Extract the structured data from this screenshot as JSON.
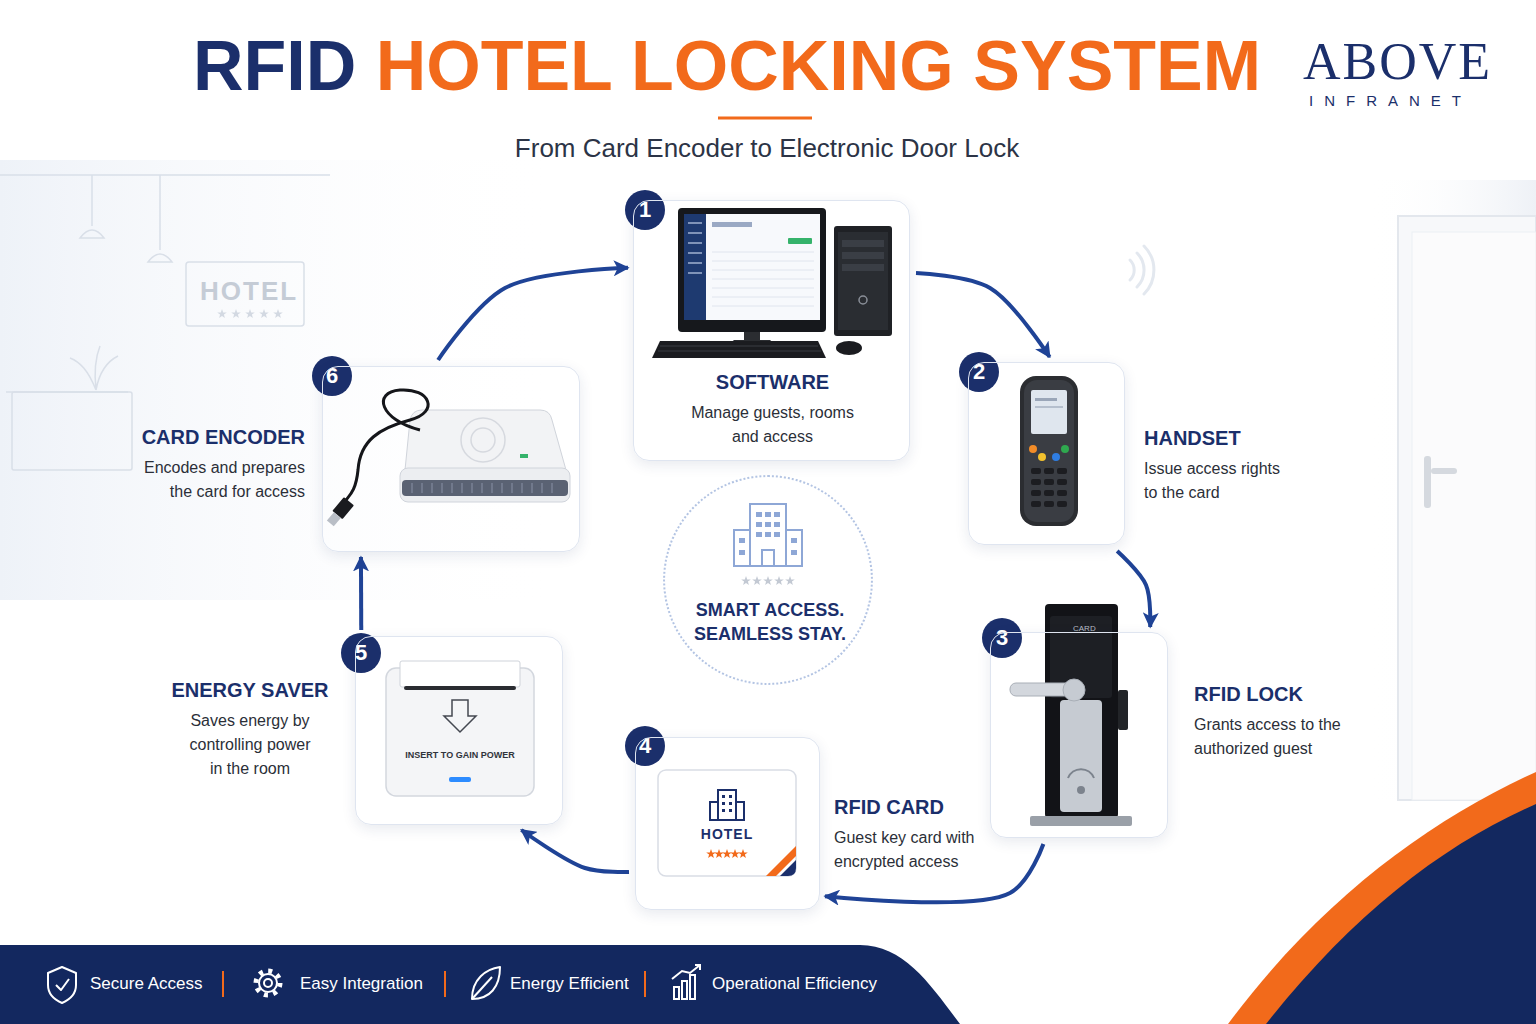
{
  "diagram": {
    "title": "RFID HOTEL LOCKING SYSTEM",
    "nodes": [
      {
        "text": [
          "SOFTWARE",
          "Manage guests, rooms and access"
        ]
      },
      {
        "text": [
          "HANDSET",
          "Issue access rights to the card"
        ]
      },
      {
        "text": [
          "RFID LOCK",
          "Grants access to the authorized guest"
        ]
      },
      {
        "text": [
          "RFID CARD",
          "Guest key card with encrypted access"
        ]
      },
      {
        "text": [
          "ENERGY SAVER",
          "Saves energy by controlling power in the room"
        ]
      },
      {
        "text": [
          "CARD ENCODER",
          "Encodes and prepares the card for access"
        ]
      },
      {
        "text": [
          "SMART ACCESS. SEAMLESS STAY."
        ]
      },
      {
        "text": [
          "Secure Access",
          "Easy Integration",
          "Energy Efficient",
          "Operational Efficiency"
        ]
      }
    ],
    "edges": [
      {
        "from": 0,
        "to": 1,
        "arrow": "to"
      },
      {
        "from": 1,
        "to": 2,
        "arrow": "to"
      },
      {
        "from": 2,
        "to": 3,
        "arrow": "to"
      },
      {
        "from": 3,
        "to": 4,
        "arrow": "to"
      },
      {
        "from": 4,
        "to": 5,
        "arrow": "to"
      },
      {
        "from": 5,
        "to": 0,
        "arrow": "to"
      }
    ],
    "labels": [
      "ABOVE",
      "INFRANET",
      "From Card Encoder to Electronic Door Lock",
      "HOTEL",
      "1",
      "2",
      "3",
      "4",
      "5",
      "6",
      "CARD",
      "HOTEL",
      "INSERT TO GAIN POWER"
    ]
  }
}
